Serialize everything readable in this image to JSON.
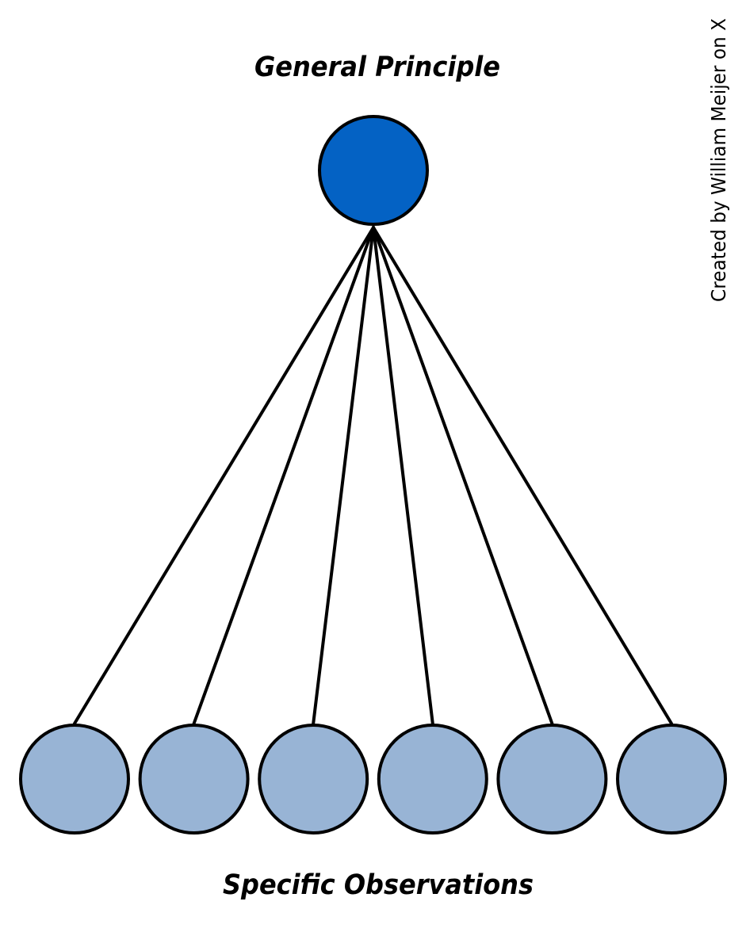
{
  "diagram": {
    "title": "General Principle",
    "footer": "Specific Observations",
    "credit": "Created by William Meijer on X",
    "colors": {
      "principle_fill": "#0462C4",
      "observation_fill": "#98B4D5",
      "stroke": "#000000",
      "background": "#FFFFFF"
    },
    "principle_node": {
      "shape": "circle"
    },
    "observation_nodes": [
      {
        "shape": "circle"
      },
      {
        "shape": "circle"
      },
      {
        "shape": "circle"
      },
      {
        "shape": "circle"
      },
      {
        "shape": "circle"
      },
      {
        "shape": "circle"
      }
    ]
  }
}
